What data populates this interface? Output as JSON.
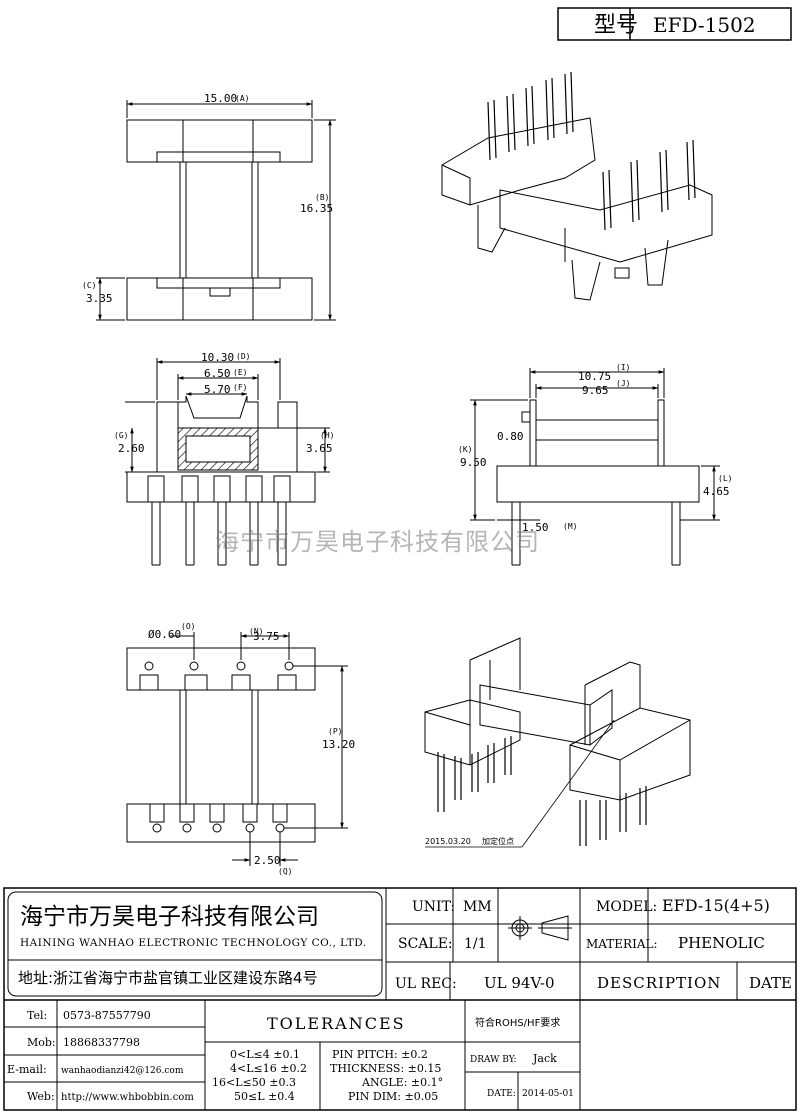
{
  "header": {
    "model_label": "型号",
    "model_value": "EFD-1502"
  },
  "watermark": "海宁市万昊电子科技有限公司",
  "dimensions": {
    "a": {
      "value": "15.00",
      "tag": "(A)"
    },
    "b": {
      "value": "16.35",
      "tag": "(B)"
    },
    "c": {
      "value": "3.35",
      "tag": "(C)"
    },
    "d": {
      "value": "10.30",
      "tag": "(D)"
    },
    "e": {
      "value": "6.50",
      "tag": "(E)"
    },
    "f": {
      "value": "5.70",
      "tag": "(F)"
    },
    "g": {
      "value": "2.60",
      "tag": "(G)"
    },
    "h": {
      "value": "3.65",
      "tag": "(H)"
    },
    "i": {
      "value": "10.75",
      "tag": "(I)"
    },
    "j": {
      "value": "9.65",
      "tag": "(J)"
    },
    "k": {
      "value": "9.50",
      "tag": "(K)"
    },
    "l": {
      "value": "4.65",
      "tag": "(L)"
    },
    "m": {
      "value": "1.50",
      "tag": "(M)"
    },
    "thin": {
      "value": "0.80"
    },
    "o": {
      "value": "Ø0.60",
      "tag": "(O)"
    },
    "n": {
      "value": "3.75",
      "tag": "(N)"
    },
    "p": {
      "value": "13.20",
      "tag": "(P)"
    },
    "q": {
      "value": "2.50",
      "tag": "(Q)"
    }
  },
  "annotation": {
    "date": "2015.03.20",
    "note": "加定位点"
  },
  "company": {
    "name_cn": "海宁市万昊电子科技有限公司",
    "name_en": "HAINING WANHAO ELECTRONIC TECHNOLOGY CO., LTD.",
    "address": "地址:浙江省海宁市盐官镇工业区建设东路4号"
  },
  "titleblock": {
    "unit_label": "UNIT:",
    "unit_value": "MM",
    "scale_label": "SCALE:",
    "scale_value": "1/1",
    "model_label": "MODEL:",
    "model_value": "EFD-15(4+5)",
    "material_label": "MATERIAL:",
    "material_value": "PHENOLIC",
    "ulrec_label": "UL REC:",
    "ulrec_value": "UL 94V-0",
    "description_label": "DESCRIPTION",
    "date_label": "DATE"
  },
  "contact": {
    "tel_label": "Tel:",
    "tel": "0573-87557790",
    "mob_label": "Mob:",
    "mob": "18868337798",
    "email_label": "E-mail:",
    "email": "wanhaodianzi42@126.com",
    "web_label": "Web:",
    "web": "http://www.whbobbin.com"
  },
  "tolerances": {
    "title": "TOLERANCES",
    "ranges": [
      "0<L≤4 ±0.1",
      "4<L≤16 ±0.2",
      "16<L≤50 ±0.3",
      "50≤L ±0.4"
    ],
    "specs": [
      "PIN PITCH: ±0.2",
      "THICKNESS: ±0.15",
      "ANGLE: ±0.1°",
      "PIN DIM: ±0.05"
    ]
  },
  "rohs": "符合ROHS/HF要求",
  "drawn_label": "DRAW BY:",
  "drawn_value": "Jack",
  "date_label": "DATE:",
  "date_value": "2014-05-01"
}
